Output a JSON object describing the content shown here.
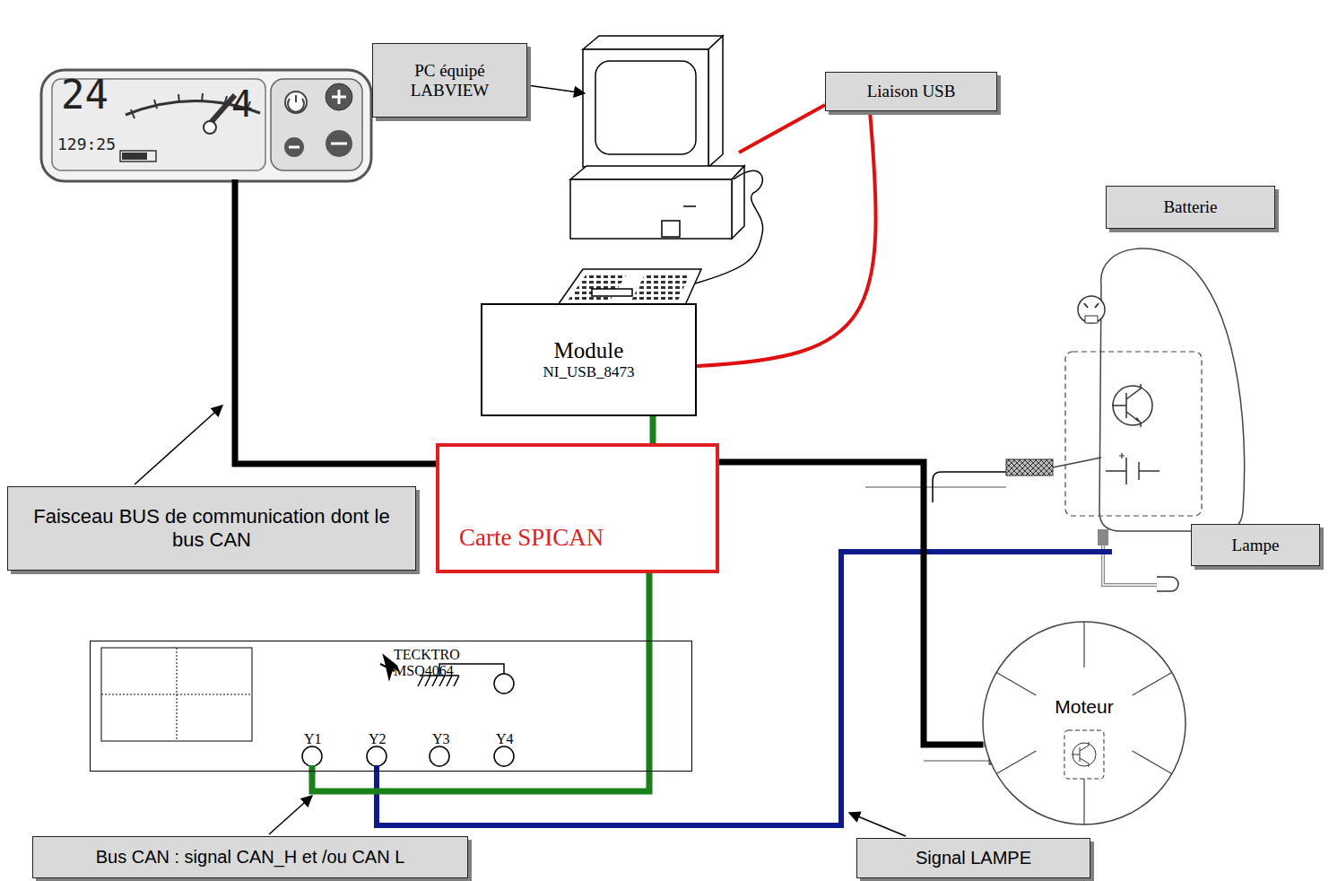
{
  "diagram": {
    "nodes": [
      {
        "text": [
          "PC équipé LABVIEW"
        ]
      },
      {
        "text": [
          "Liaison USB"
        ]
      },
      {
        "text": [
          "Batterie"
        ]
      },
      {
        "text": [
          "Module",
          "NI_USB_8473"
        ]
      },
      {
        "text": [
          "Carte SPICAN"
        ]
      },
      {
        "text": [
          "Faisceau BUS de communication dont le bus CAN"
        ]
      },
      {
        "text": [
          "Lampe"
        ]
      },
      {
        "text": [
          "TECKTRO MSO4064",
          "Y1",
          "Y2",
          "Y3",
          "Y4"
        ]
      },
      {
        "text": [
          "Bus CAN : signal CAN_H et /ou CAN L"
        ]
      },
      {
        "text": [
          "Signal LAMPE"
        ]
      },
      {
        "text": [
          "Moteur"
        ]
      }
    ],
    "edges": [
      {
        "from": 3,
        "to": 4,
        "arrow": "none"
      },
      {
        "from": 4,
        "to": 7,
        "arrow": "none"
      },
      {
        "from": 4,
        "to": 10,
        "arrow": "none"
      },
      {
        "from": 1,
        "to": 3,
        "arrow": "none"
      }
    ],
    "labels": [
      "24",
      "4",
      "129:25"
    ]
  }
}
